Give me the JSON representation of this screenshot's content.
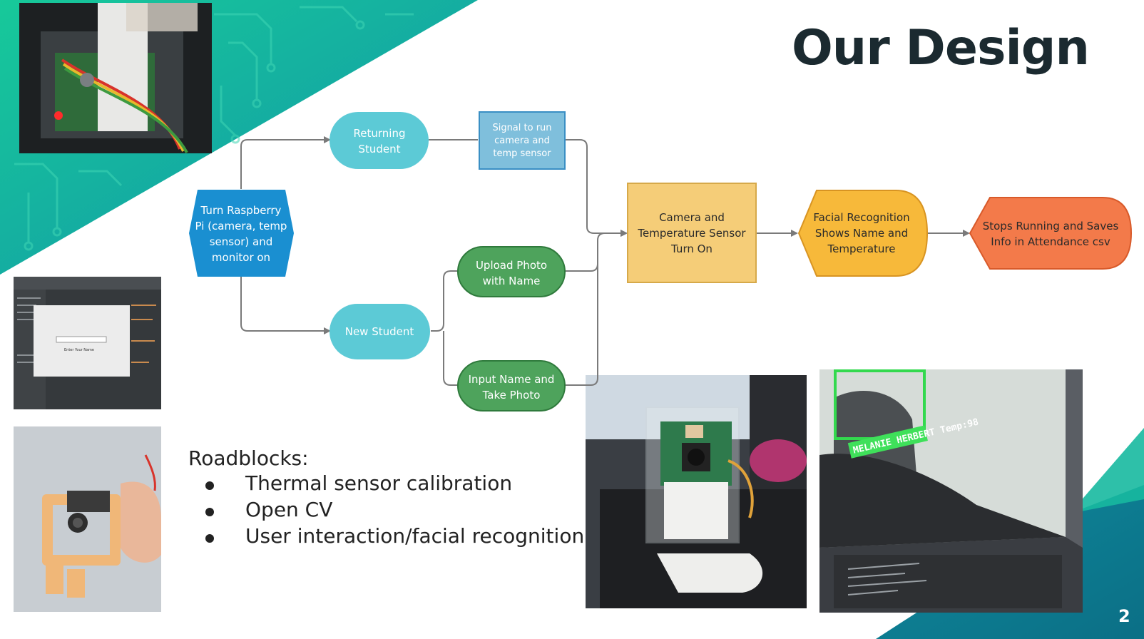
{
  "slide": {
    "title": "Our Design",
    "page_number": "2"
  },
  "colors": {
    "teal_bg": "#13b9a0",
    "cyan_node": "#5ccad6",
    "blue_start": "#1a8fd1",
    "light_blue_box": "#7fbfdc",
    "green_node": "#4ea35c",
    "yellow_box": "#f5cd78",
    "orange_node": "#f7b93a",
    "red_orange_node": "#f37a4a",
    "title_color": "#1b2a30"
  },
  "flowchart": {
    "start": "Turn Raspberry Pi (camera, temp sensor) and monitor on",
    "start_lines": [
      "Turn Raspberry",
      "Pi (camera, temp",
      "sensor) and",
      "monitor on"
    ],
    "returning": [
      "Returning",
      "Student"
    ],
    "signal": [
      "Signal to run",
      "camera and",
      "temp sensor"
    ],
    "new_student": [
      "New Student"
    ],
    "upload": [
      "Upload Photo",
      "with Name"
    ],
    "input": [
      "Input Name and",
      "Take Photo"
    ],
    "camera_on": [
      "Camera and",
      "Temperature Sensor",
      "Turn On"
    ],
    "facial": [
      "Facial Recognition",
      "Shows Name and",
      "Temperature"
    ],
    "stops": [
      "Stops Running and Saves",
      "Info in Attendance csv"
    ]
  },
  "roadblocks": {
    "heading": "Roadblocks:",
    "items": [
      "Thermal sensor calibration",
      "Open CV",
      "User interaction/facial recognition"
    ]
  },
  "photos": {
    "screen_label_1": "MELANIE HERBERT Temp:98",
    "code_popup_label": "Enter Your Name"
  }
}
